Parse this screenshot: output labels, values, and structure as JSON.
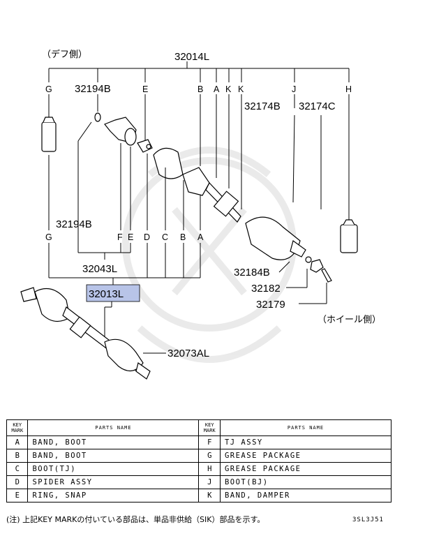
{
  "diagram": {
    "side_diff": "（デフ側）",
    "side_wheel": "（ホイール側）",
    "part_numbers": {
      "top_assy": "32014L",
      "grease_g_top": "32194B",
      "grease_g_bottom": "32194B",
      "boot_j": "32174B",
      "boot_h": "32174C",
      "inner_assy": "32043L",
      "shaft_assy": "32013L",
      "bottom_assy": "32073AL",
      "nut": "32184B",
      "washer": "32182",
      "pin": "32179"
    },
    "top_keys": [
      "G",
      "E",
      "B",
      "A",
      "K",
      "K",
      "J",
      "H"
    ],
    "bottom_keys": [
      "G",
      "F",
      "E",
      "D",
      "C",
      "B",
      "A"
    ],
    "highlight_color": "#b8c4e8"
  },
  "table": {
    "col_key_line1": "KEY",
    "col_key_line2": "MARK",
    "col_name": "PARTS NAME",
    "rows_left": [
      {
        "key": "A",
        "name": "BAND, BOOT"
      },
      {
        "key": "B",
        "name": "BAND, BOOT"
      },
      {
        "key": "C",
        "name": "BOOT(TJ)"
      },
      {
        "key": "D",
        "name": "SPIDER ASSY"
      },
      {
        "key": "E",
        "name": "RING, SNAP"
      }
    ],
    "rows_right": [
      {
        "key": "F",
        "name": "TJ ASSY"
      },
      {
        "key": "G",
        "name": "GREASE PACKAGE"
      },
      {
        "key": "H",
        "name": "GREASE PACKAGE"
      },
      {
        "key": "J",
        "name": "BOOT(BJ)"
      },
      {
        "key": "K",
        "name": "BAND, DAMPER"
      }
    ]
  },
  "note": "(注) 上記KEY MARKの付いている部品は、単品非供給（SIK）部品を示す。",
  "fig_code": "3SL3J51"
}
